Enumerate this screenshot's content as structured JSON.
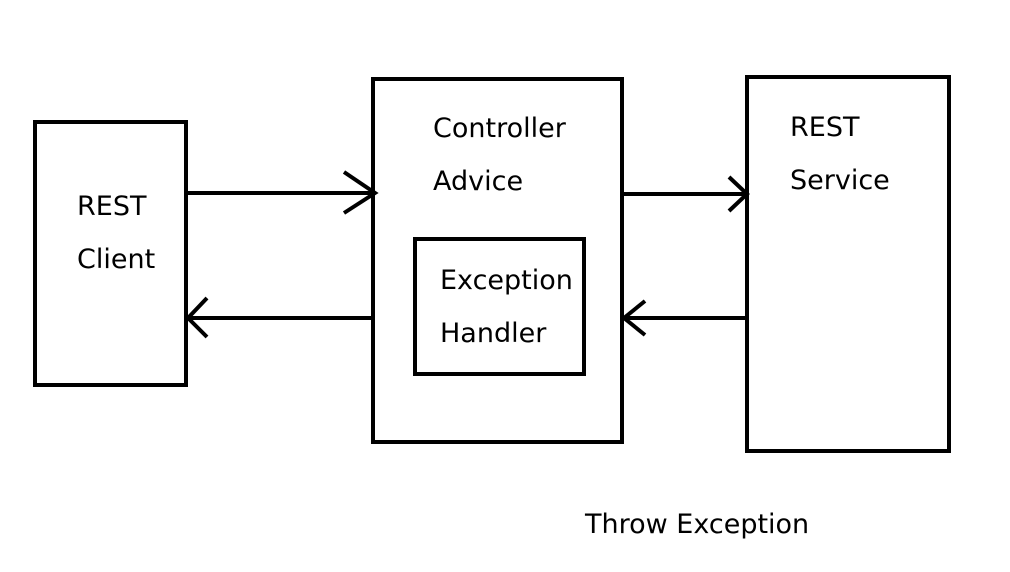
{
  "nodes": {
    "client": {
      "line1": "REST",
      "line2": "Client"
    },
    "advice": {
      "line1": "Controller",
      "line2": "Advice"
    },
    "handler": {
      "line1": "Exception",
      "line2": "Handler"
    },
    "service": {
      "line1": "REST",
      "line2": "Service"
    }
  },
  "annotation": "Throw Exception",
  "colors": {
    "stroke": "#000000",
    "background": "#ffffff"
  }
}
